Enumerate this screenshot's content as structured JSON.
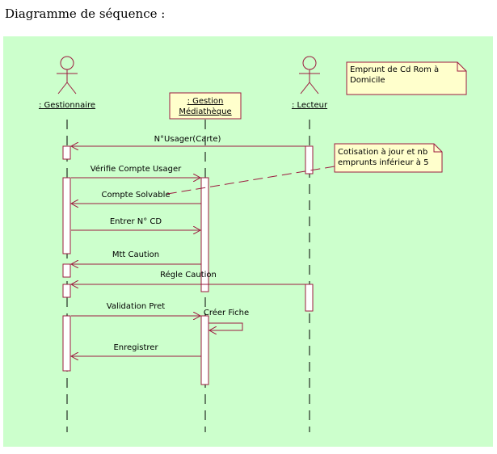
{
  "heading": "Diagramme de séquence :",
  "colors": {
    "background": "#ccffcc",
    "activation": "#ffffff",
    "note_fill": "#ffffcc",
    "header_fill": "#ffffcc",
    "line": "#9c1b3f"
  },
  "lifelines": [
    {
      "id": "gestionnaire",
      "label": ": Gestionnaire",
      "kind": "actor"
    },
    {
      "id": "gestion",
      "label_line1": ": Gestion",
      "label_line2": "Médiathèque",
      "kind": "object"
    },
    {
      "id": "lecteur",
      "label": ": Lecteur",
      "kind": "actor"
    }
  ],
  "messages": [
    {
      "label": "N°Usager(Carte)",
      "from": "lecteur",
      "to": "gestionnaire",
      "style": "solid"
    },
    {
      "label": "Vérifie Compte Usager",
      "from": "gestionnaire",
      "to": "gestion",
      "style": "solid"
    },
    {
      "label": "Compte Solvable",
      "from": "gestion",
      "to": "gestionnaire",
      "style": "solid"
    },
    {
      "label": "Entrer N° CD",
      "from": "gestionnaire",
      "to": "gestion",
      "style": "solid"
    },
    {
      "label": "Mtt Caution",
      "from": "gestion",
      "to": "gestionnaire",
      "style": "solid"
    },
    {
      "label": "Régle Caution",
      "from": "lecteur",
      "to": "gestionnaire",
      "style": "solid"
    },
    {
      "label": "Validation Pret",
      "from": "gestionnaire",
      "to": "gestion",
      "style": "solid"
    },
    {
      "label": "Créer Fiche",
      "from": "gestion",
      "to": "gestion",
      "style": "self"
    },
    {
      "label": "Enregistrer",
      "from": "gestion",
      "to": "gestionnaire",
      "style": "solid"
    }
  ],
  "notes": {
    "title_line1": "Emprunt de Cd Rom à",
    "title_line2": "Domicile",
    "constraint_line1": "Cotisation à jour et nb",
    "constraint_line2": "emprunts inférieur à 5"
  }
}
